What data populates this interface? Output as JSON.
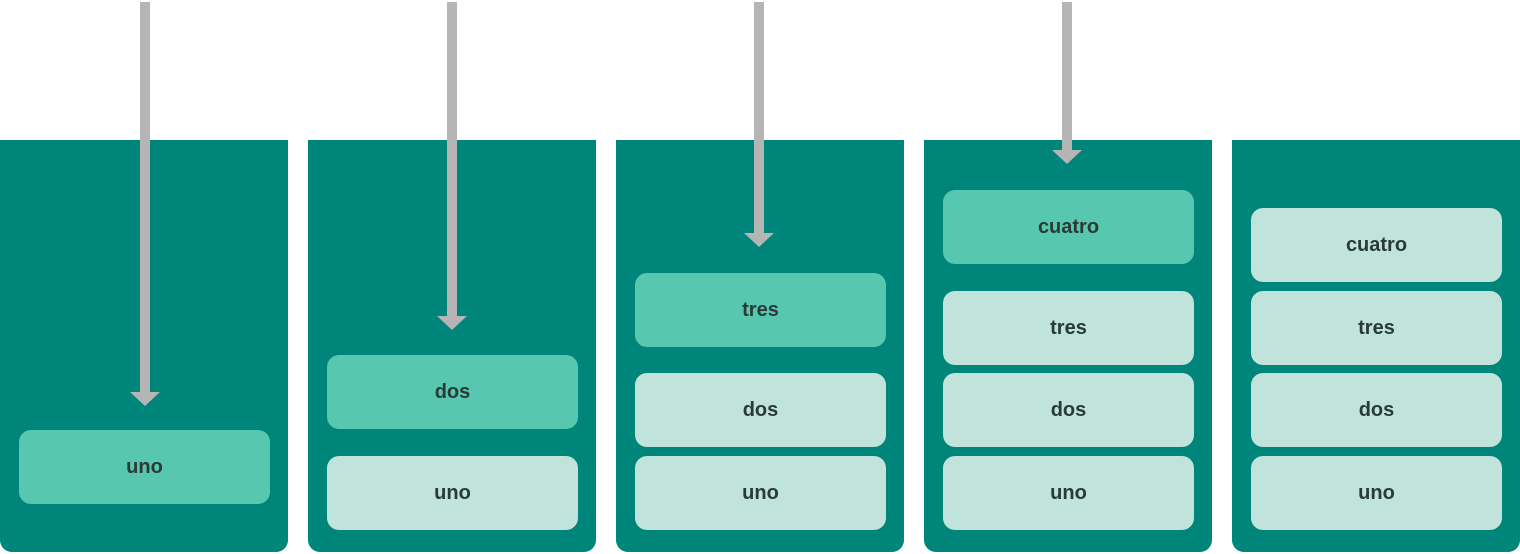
{
  "colors": {
    "container": "#00857A",
    "new_item": "#57C7AF",
    "existing_item": "#C0E4DC",
    "arrow": "#B5B5B5",
    "text": "#2a3a36"
  },
  "stacks": [
    {
      "items": [
        {
          "label": "uno",
          "state": "new"
        }
      ],
      "arrow": true
    },
    {
      "items": [
        {
          "label": "dos",
          "state": "new"
        },
        {
          "label": "uno",
          "state": "old"
        }
      ],
      "arrow": true
    },
    {
      "items": [
        {
          "label": "tres",
          "state": "new"
        },
        {
          "label": "dos",
          "state": "old"
        },
        {
          "label": "uno",
          "state": "old"
        }
      ],
      "arrow": true
    },
    {
      "items": [
        {
          "label": "cuatro",
          "state": "new"
        },
        {
          "label": "tres",
          "state": "old"
        },
        {
          "label": "dos",
          "state": "old"
        },
        {
          "label": "uno",
          "state": "old"
        }
      ],
      "arrow": true
    },
    {
      "items": [
        {
          "label": "cuatro",
          "state": "old"
        },
        {
          "label": "tres",
          "state": "old"
        },
        {
          "label": "dos",
          "state": "old"
        },
        {
          "label": "uno",
          "state": "old"
        }
      ],
      "arrow": false
    }
  ]
}
